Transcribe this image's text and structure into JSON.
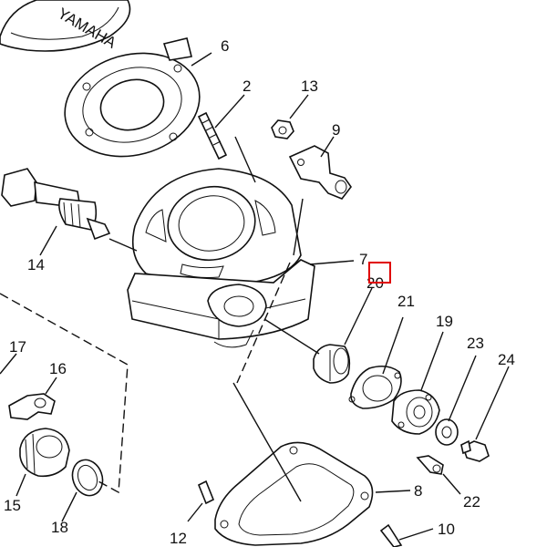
{
  "diagram": {
    "watermark": "YAMAHA",
    "labels": {
      "p2": "2",
      "p6": "6",
      "p7": "7",
      "p8": "8",
      "p9": "9",
      "p10": "10",
      "p12": "12",
      "p13": "13",
      "p14": "14",
      "p15": "15",
      "p16": "16",
      "p17": "17",
      "p18": "18",
      "p19": "19",
      "p20": "20",
      "p21": "21",
      "p22": "22",
      "p23": "23",
      "p24": "24"
    }
  }
}
